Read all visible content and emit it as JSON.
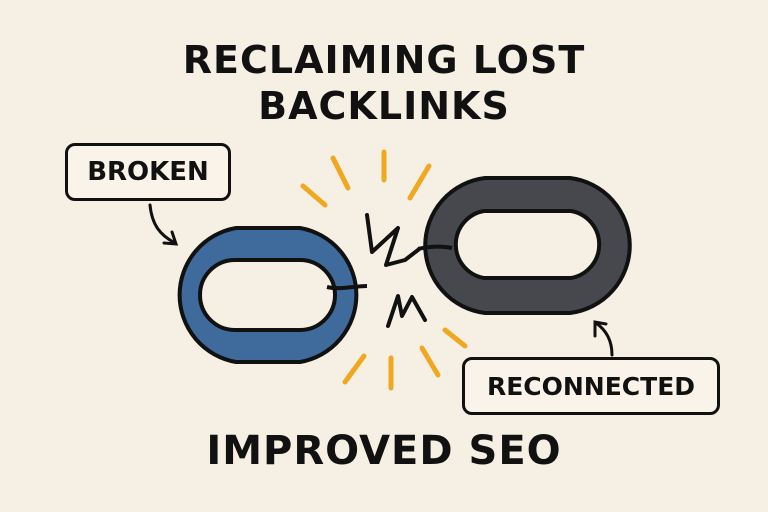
{
  "title_line1": "RECLAIMING LOST",
  "title_line2": "BACKLINKS",
  "label_broken": "BROKEN",
  "label_reconnected": "RECONNECTED",
  "footer": "IMPROVED SEO",
  "colors": {
    "background": "#f6efe3",
    "blue_link": "#3f6a9c",
    "dark_link": "#46484e",
    "spark": "#f0a820",
    "outline": "#111111"
  },
  "icons": [
    "broken-chain-link-icon",
    "chain-link-icon",
    "spark-icon",
    "lightning-crack-icon",
    "arrow-icon"
  ]
}
